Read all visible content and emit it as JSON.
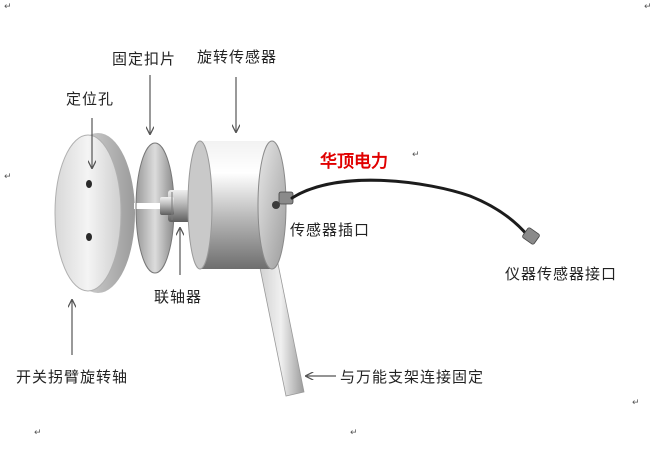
{
  "labels": {
    "locating_hole": "定位孔",
    "fixing_clip": "固定扣片",
    "rotary_sensor": "旋转传感器",
    "sensor_socket": "传感器插口",
    "coupling": "联轴器",
    "instrument_sensor_port": "仪器传感器接口",
    "switch_arm_shaft": "开关拐臂旋转轴",
    "universal_bracket": "与万能支架连接固定"
  },
  "brand": {
    "text": "华顶电力",
    "color": "#e00000"
  },
  "colors": {
    "text": "#222222",
    "arrow": "#555555",
    "background": "#ffffff"
  }
}
